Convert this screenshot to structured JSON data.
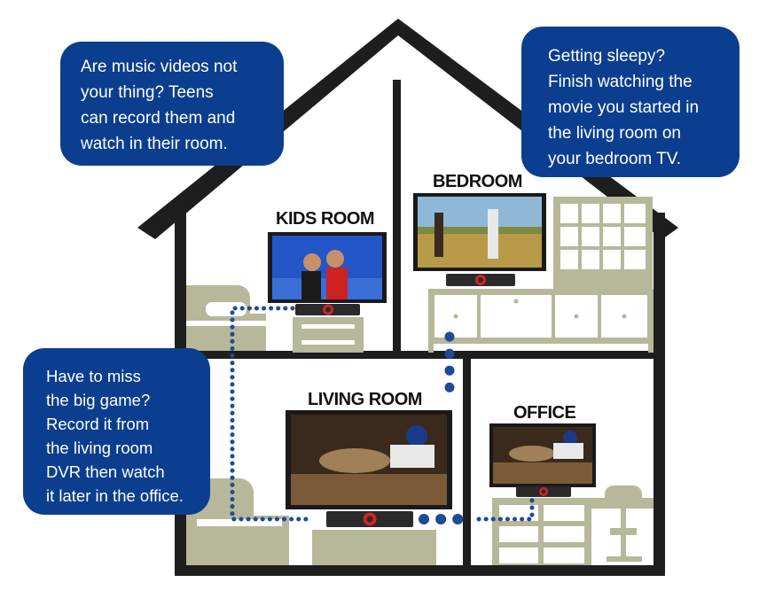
{
  "callouts": {
    "music_videos": {
      "lines": [
        "Are music videos not",
        "your thing? Teens",
        "can record them and",
        "watch in their room."
      ]
    },
    "sleepy": {
      "lines": [
        "Getting sleepy?",
        "Finish watching the",
        "movie you started in",
        "the living room on",
        "your bedroom TV."
      ]
    },
    "big_game": {
      "lines": [
        "Have to miss",
        "the big game?",
        "Record it from",
        "the living room",
        "DVR then watch",
        "it later in the office."
      ]
    }
  },
  "rooms": {
    "kids_room": "KIDS ROOM",
    "bedroom": "BEDROOM",
    "living_room": "LIVING ROOM",
    "office": "OFFICE"
  },
  "colors": {
    "house_outline": "#1e1e1e",
    "furniture": "#b7b79a",
    "callout_bg": "#0b3e8e",
    "network_dots": "#1d4b95",
    "dvr_button": "#d2232a"
  }
}
